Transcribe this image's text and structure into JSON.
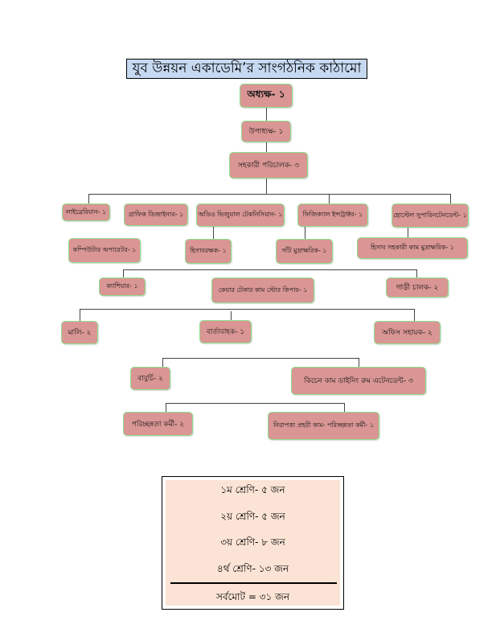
{
  "title": "যুব উন্নয়ন একাডেমি’র সাংগঠনিক কাঠামো",
  "chart": {
    "director": "অধ্যক্ষ- ১",
    "deputy": "উপাধ্যক্ষ- ১",
    "asst_director": "সহকারী পরিচালক- ৩",
    "row1": [
      "লাইব্রেরিয়ান- ১",
      "গ্রাফিক ডিজাইনার- ১",
      "অডিও ভিজুয়াল টেকনিসিয়ান- ১",
      "ফিজিক্যাল ইন্সট্রাক্টর- ১",
      "হোস্টেল সুপারিনটেনডেন্ট- ১"
    ],
    "row2": [
      "কম্পিউটার অপারেটর- ১",
      "হিসাবরক্ষক- ১",
      "সাঁট মুদ্রাক্ষরিক- ১",
      "হিসাব সহকারী কাম মুদ্রাক্ষরিক- ১"
    ],
    "row3": [
      "ক্যাশিয়ার- ১",
      "কেয়ার টেকার কাম স্টোর কিপার- ১",
      "গাড়ী চালক- ২"
    ],
    "row4": [
      "মালি- ২",
      "বার্তাবাহক- ১",
      "অফিস সহায়ক- ২"
    ],
    "row5": [
      "বাবুর্চি- ২",
      "কিচেন কাম ডাইনিং রুম এটেনডেন্ট- ৩"
    ],
    "row6": [
      "পরিচ্ছন্নতা কর্মী- ২",
      "নিরাপত্তা প্রহরী কাম- পরিচ্ছন্নতা কর্মী- ১"
    ]
  },
  "summary": {
    "lines": [
      "১ম শ্রেণি- ৫ জন",
      "২য় শ্রেণি- ৫ জন",
      "৩য় শ্রেণি- ৮ জন",
      "৪র্থ শ্রেণি- ১৩ জন"
    ],
    "total": "সর্বমোট = ৩১ জন"
  },
  "colors": {
    "box_fill": "#d99694",
    "box_border": "#8fe08f",
    "title_bg": "#c6d9f1",
    "summary_bg": "#fbe4d5"
  }
}
